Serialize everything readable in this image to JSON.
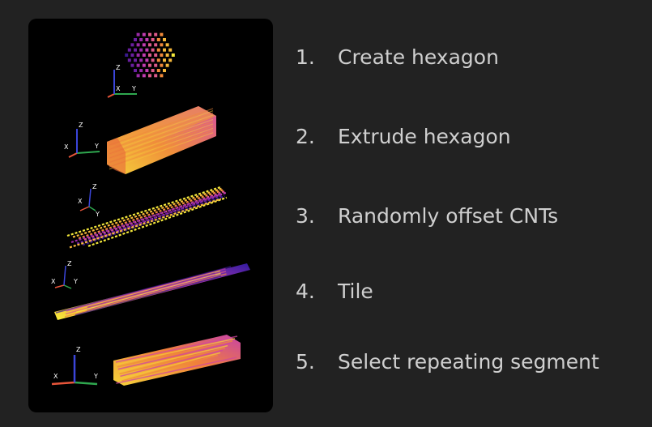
{
  "steps": [
    {
      "number": "1.",
      "label": "Create hexagon"
    },
    {
      "number": "2.",
      "label": "Extrude hexagon"
    },
    {
      "number": "3.",
      "label": "Randomly offset CNTs"
    },
    {
      "number": "4.",
      "label": "Tile"
    },
    {
      "number": "5.",
      "label": "Select repeating segment"
    }
  ],
  "axes": {
    "x": "X",
    "y": "Y",
    "z": "Z"
  },
  "colors": {
    "background": "#222222",
    "panel": "#000000",
    "text": "#cfcfcf",
    "axis_x": "#e8553a",
    "axis_y": "#2fa84f",
    "axis_z": "#3b45d9",
    "plasma_dark": "#3a1a8c",
    "plasma_mid": "#c13cb0",
    "plasma_orange": "#f08a3a",
    "plasma_yellow": "#f4e83a"
  }
}
